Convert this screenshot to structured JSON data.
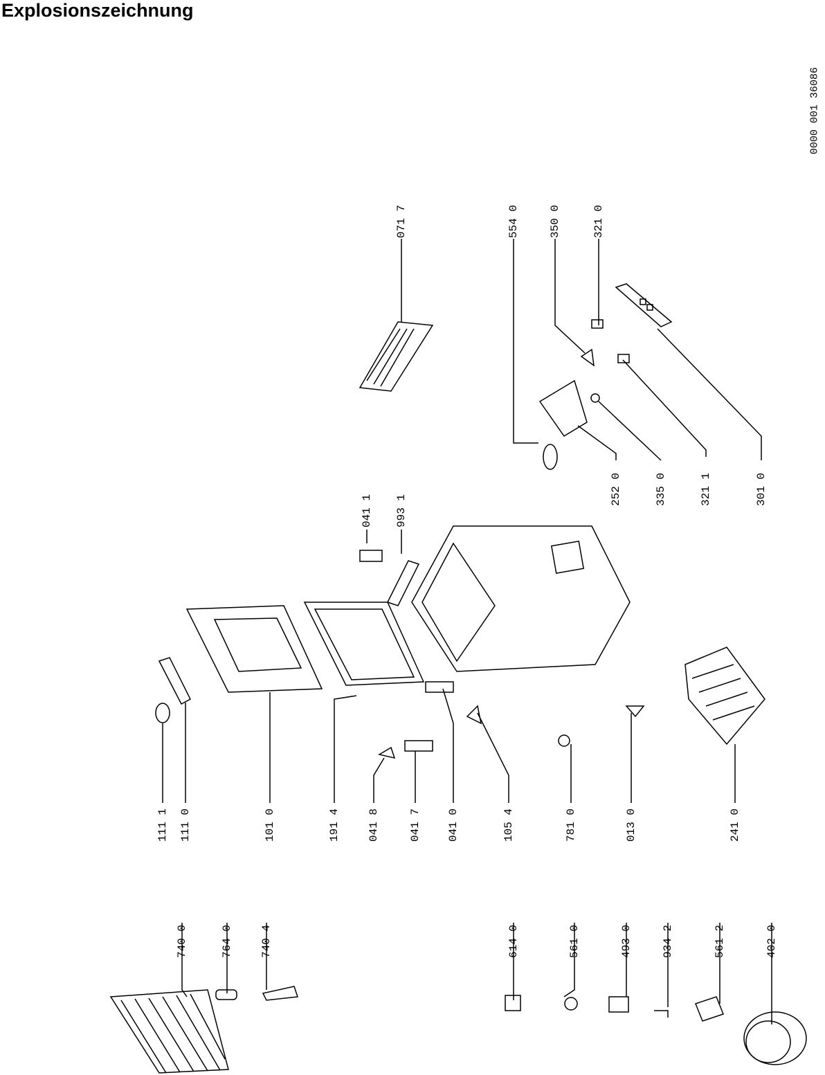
{
  "title": "Explosionszeichnung",
  "document_number": "0000 001 36086",
  "labels": {
    "p5540": "554 0",
    "p3500": "350 0",
    "p3210": "321 0",
    "p0717": "071 7",
    "p2520": "252 0",
    "p3350": "335 0",
    "p3211": "321 1",
    "p3010": "301 0",
    "p0411": "041 1",
    "p9931": "993 1",
    "p1111": "111 1",
    "p1110": "111 0",
    "p1010": "101 0",
    "p1914": "191 4",
    "p0418": "041 8",
    "p0417": "041 7",
    "p0410": "041 0",
    "p1054": "105 4",
    "p7810": "781 0",
    "p0130": "013 0",
    "p2410": "241 0",
    "p7400": "740 0",
    "p7640": "764 0",
    "p7404": "740 4",
    "p6140": "614 0",
    "p5610": "561 0",
    "p4930": "493 0",
    "p9342": "934 2",
    "p5612": "561 2",
    "p4020": "402 0"
  }
}
